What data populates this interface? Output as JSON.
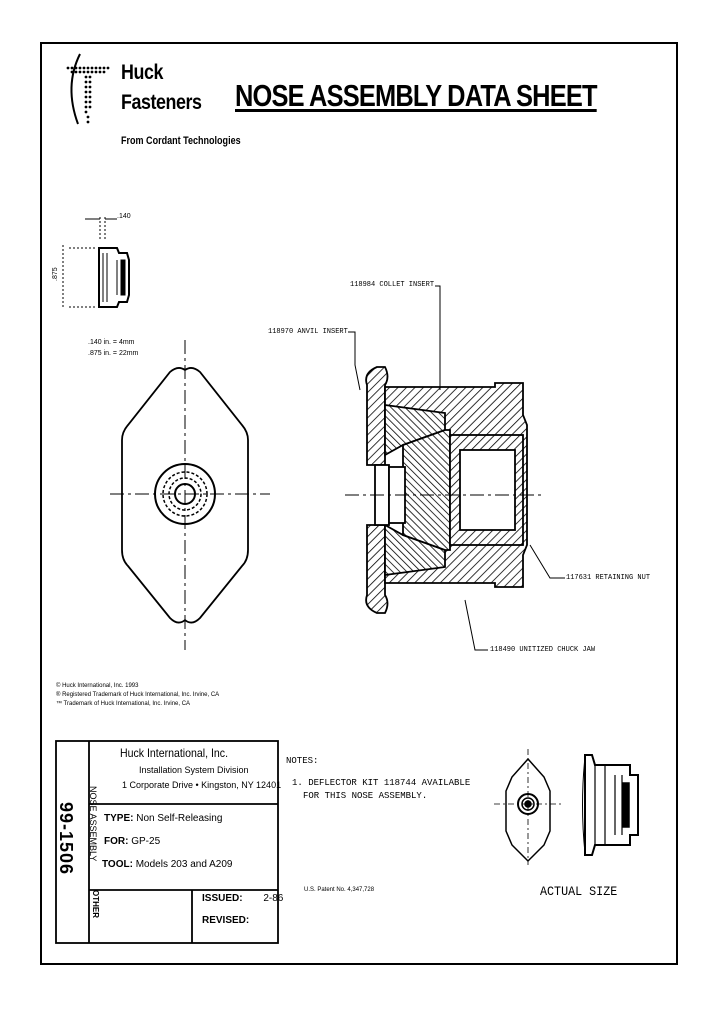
{
  "logo": {
    "line1": "Huck",
    "line2": "Fasteners",
    "tagline": "From Cordant Technologies"
  },
  "title": "NOSE ASSEMBLY DATA SHEET",
  "small_view": {
    "dim_top": ".140",
    "dim_side": ".875",
    "conv1": ".140 in. =  4mm",
    "conv2": ".875 in. = 22mm"
  },
  "callouts": {
    "collet_insert": "118984 COLLET INSERT",
    "anvil_insert": "118970 ANVIL INSERT",
    "retaining_nut": "117631 RETAINING NUT",
    "chuck_jaw": "118490 UNITIZED CHUCK JAW"
  },
  "copyright": [
    "© Huck International, Inc. 1993",
    "® Registered Trademark of Huck International, Inc. Irvine, CA",
    "™ Trademark of Huck International, Inc. Irvine, CA"
  ],
  "company": {
    "name": "Huck International, Inc.",
    "division": "Installation System Division",
    "address": "1 Corporate Drive • Kingston, NY  12401"
  },
  "part_number": "99-1506",
  "side_label_top": "NOSE ASSEMBLY",
  "side_label_bottom": "OTHER",
  "specs": {
    "type_label": "TYPE:",
    "type_value": "Non Self-Releasing",
    "for_label": "FOR:",
    "for_value": "GP-25",
    "tool_label": "TOOL:",
    "tool_value": "Models 203 and A209",
    "issued_label": "ISSUED:",
    "issued_value": "2-86",
    "revised_label": "REVISED:",
    "revised_value": ""
  },
  "notes": {
    "heading": "NOTES:",
    "line1": "1. DEFLECTOR KIT 118744 AVAILABLE",
    "line2": "FOR THIS NOSE ASSEMBLY."
  },
  "patent": "U.S. Patent No. 4,347,728",
  "actual_size": "ACTUAL SIZE"
}
